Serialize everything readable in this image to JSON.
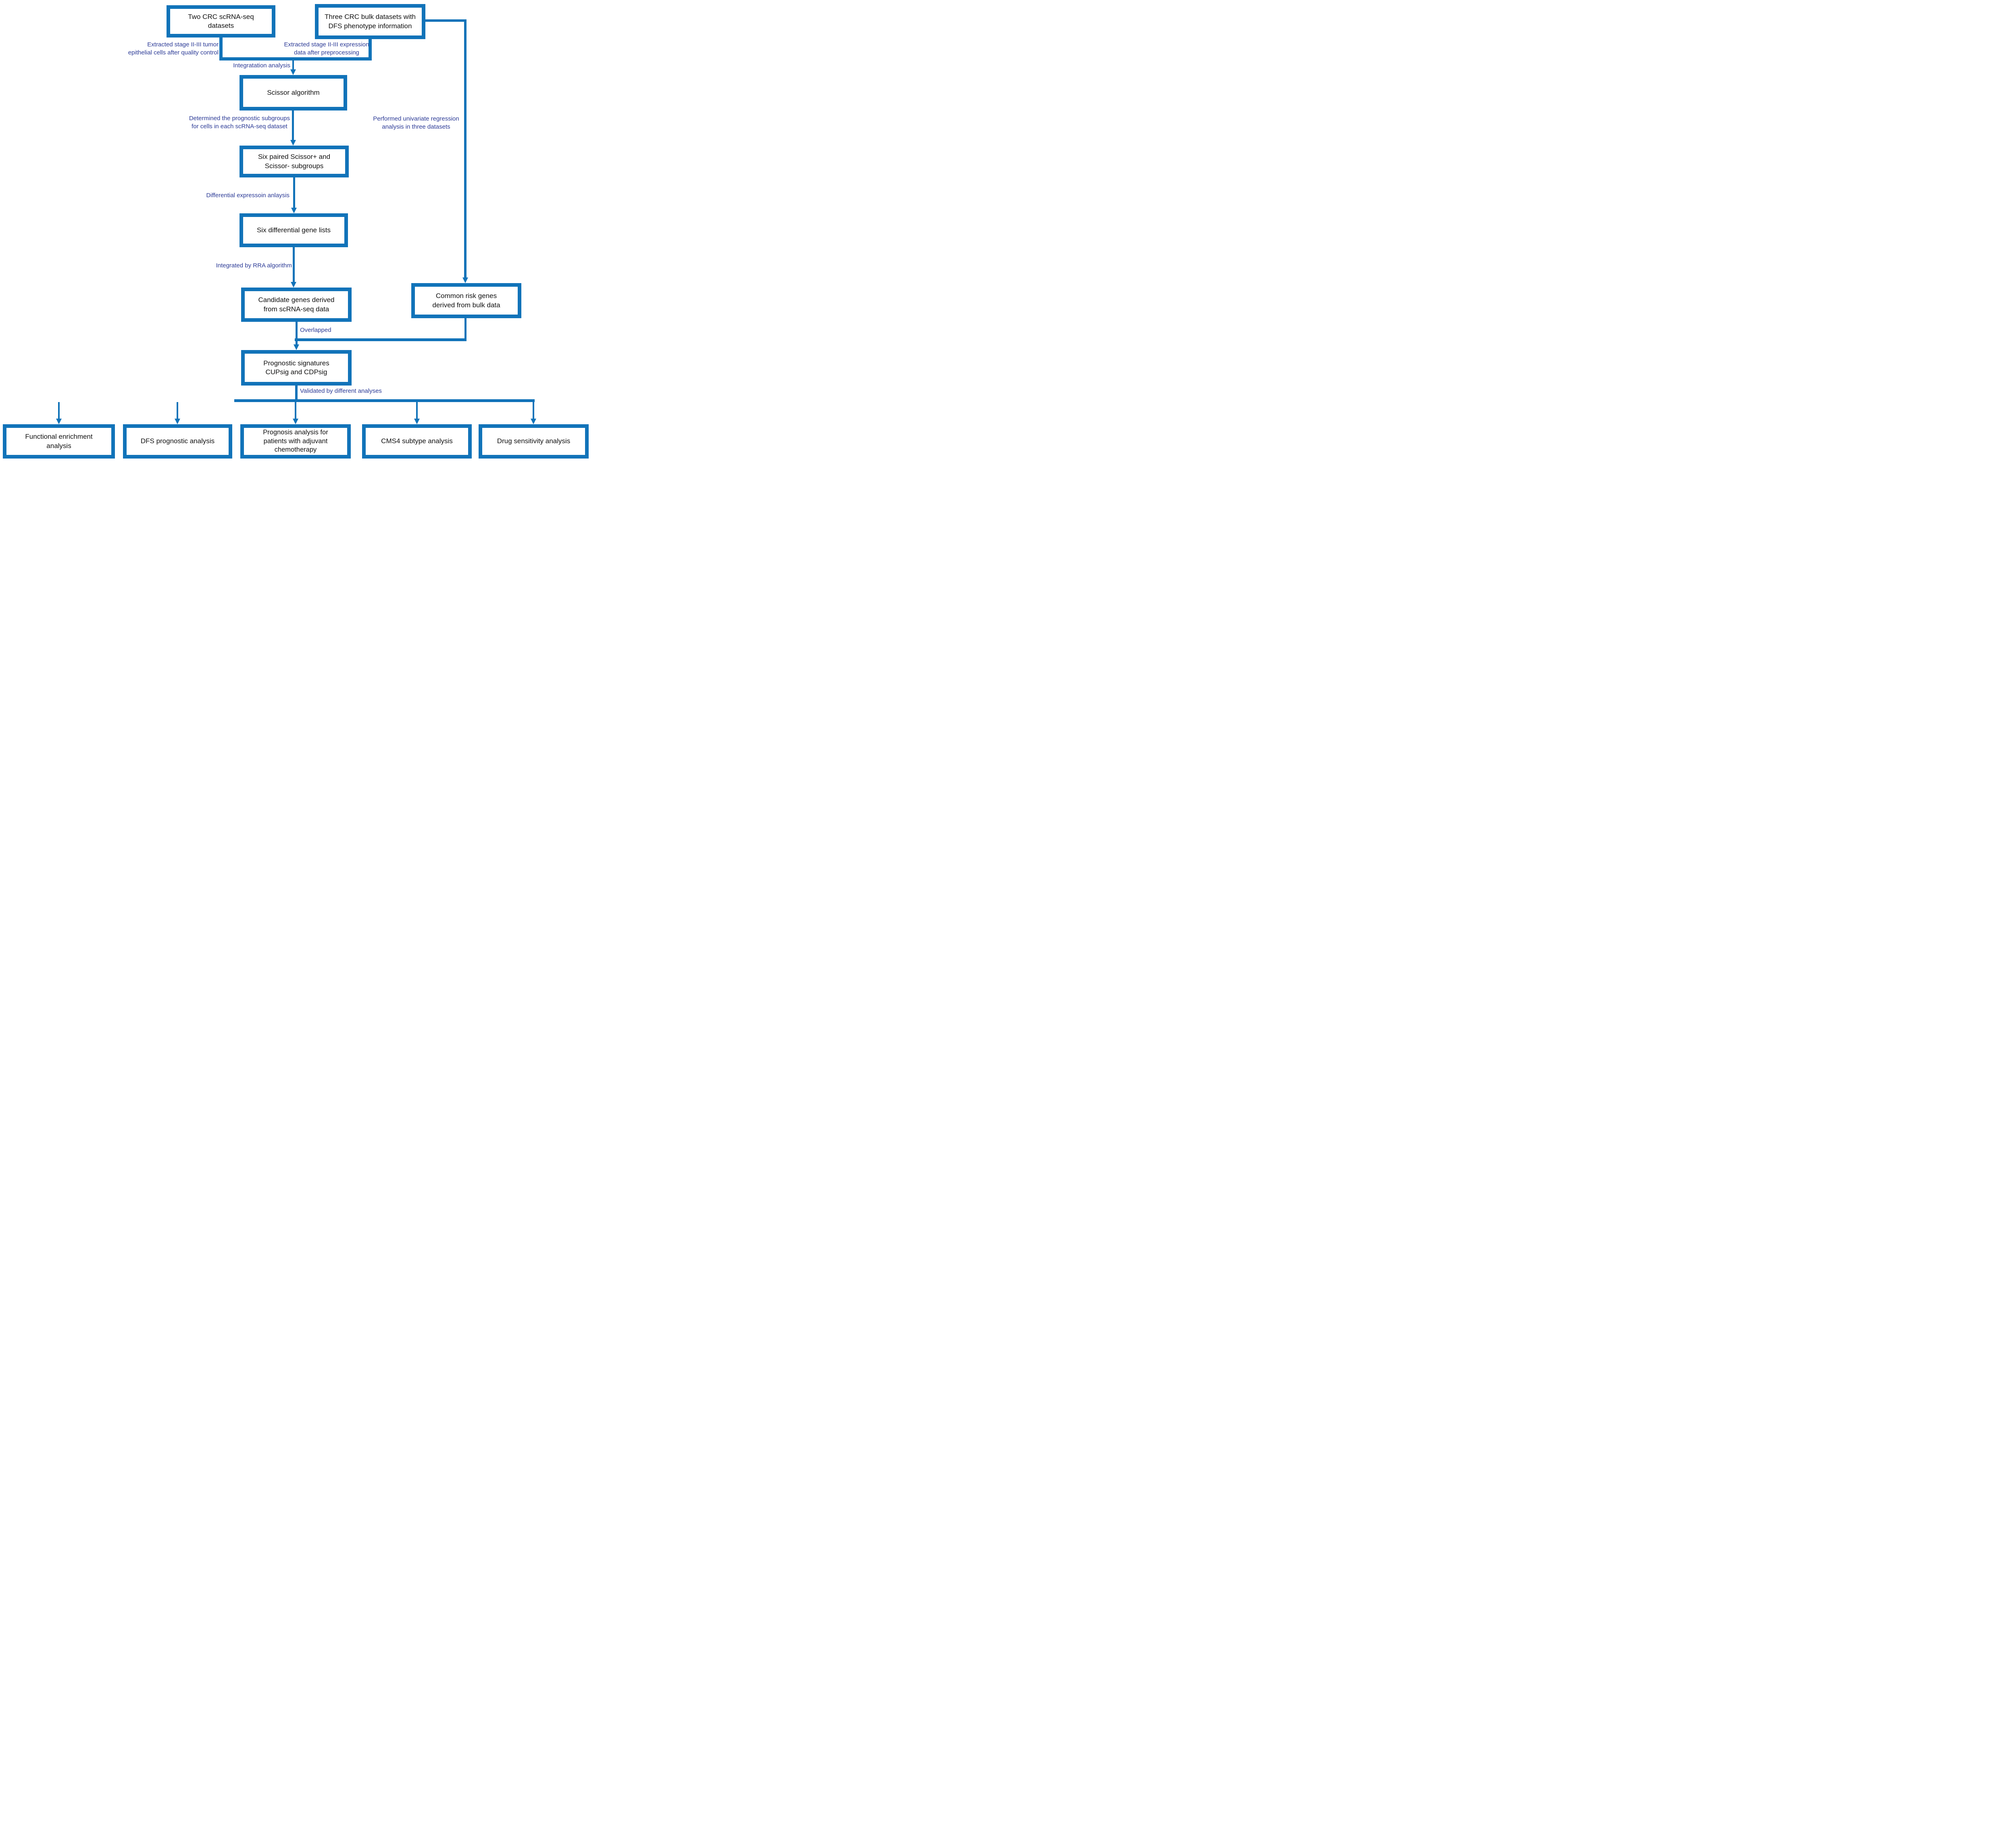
{
  "figure": {
    "type": "flowchart",
    "description": "Study design flowchart for deriving prognostic signatures from CRC scRNA-seq and bulk datasets"
  },
  "colors": {
    "line": "#1173B9",
    "node_border": "#1173B9",
    "node_text": "#111111",
    "label_text": "#2B3A96",
    "background": "#FFFFFF"
  },
  "nodes": {
    "scrna": "Two CRC scRNA-seq\ndatasets",
    "bulk": "Three CRC bulk datasets with\nDFS phenotype information",
    "scissor": "Scissor algorithm",
    "subgroups": "Six paired  Scissor+ and\nScissor- subgroups",
    "genelists": "Six differential gene lists",
    "candidate": "Candidate genes derived\nfrom scRNA-seq data",
    "common": "Common risk genes\nderived from bulk data",
    "signatures": "Prognostic signatures\nCUPsig and CDPsig",
    "functional": "Functional enrichment\nanalysis",
    "dfs": "DFS prognostic analysis",
    "adjuvant": "Prognosis analysis for\npatients with adjuvant\nchemotherapy",
    "cms4": "CMS4 subtype analysis",
    "drug": "Drug sensitivity analysis"
  },
  "edge_labels": {
    "qc": "Extracted stage II-III tumor\nepithelial cells after quality control",
    "preprocessing": "Extracted stage II-III expression\ndata after preprocessing",
    "integration": "Integratation analysis",
    "determined": "Determined the prognostic subgroups\nfor cells in each scRNA-seq dataset",
    "regression": "Performed univariate regression\nanalysis in three datasets",
    "diff_expr": "Differential expressoin anlaysis",
    "rra": "Integrated by RRA algorithm",
    "overlapped": "Overlapped",
    "validated": "Validated by different analyses"
  },
  "edges": [
    {
      "from": "scrna",
      "to": "scissor",
      "label": "Extracted stage II-III tumor epithelial cells after quality control; Integratation analysis"
    },
    {
      "from": "bulk",
      "to": "scissor",
      "label": "Extracted stage II-III expression data after preprocessing; Integratation analysis"
    },
    {
      "from": "bulk",
      "to": "common",
      "label": "Performed univariate regression analysis in three datasets"
    },
    {
      "from": "scissor",
      "to": "subgroups",
      "label": "Determined the prognostic subgroups for cells in each scRNA-seq dataset"
    },
    {
      "from": "subgroups",
      "to": "genelists",
      "label": "Differential expressoin anlaysis"
    },
    {
      "from": "genelists",
      "to": "candidate",
      "label": "Integrated by RRA algorithm"
    },
    {
      "from": "candidate",
      "to": "signatures",
      "label": "Overlapped"
    },
    {
      "from": "common",
      "to": "signatures",
      "label": "Overlapped"
    },
    {
      "from": "signatures",
      "to": "functional",
      "label": "Validated by different analyses"
    },
    {
      "from": "signatures",
      "to": "dfs",
      "label": "Validated by different analyses"
    },
    {
      "from": "signatures",
      "to": "adjuvant",
      "label": "Validated by different analyses"
    },
    {
      "from": "signatures",
      "to": "cms4",
      "label": "Validated by different analyses"
    },
    {
      "from": "signatures",
      "to": "drug",
      "label": "Validated by different analyses"
    }
  ]
}
